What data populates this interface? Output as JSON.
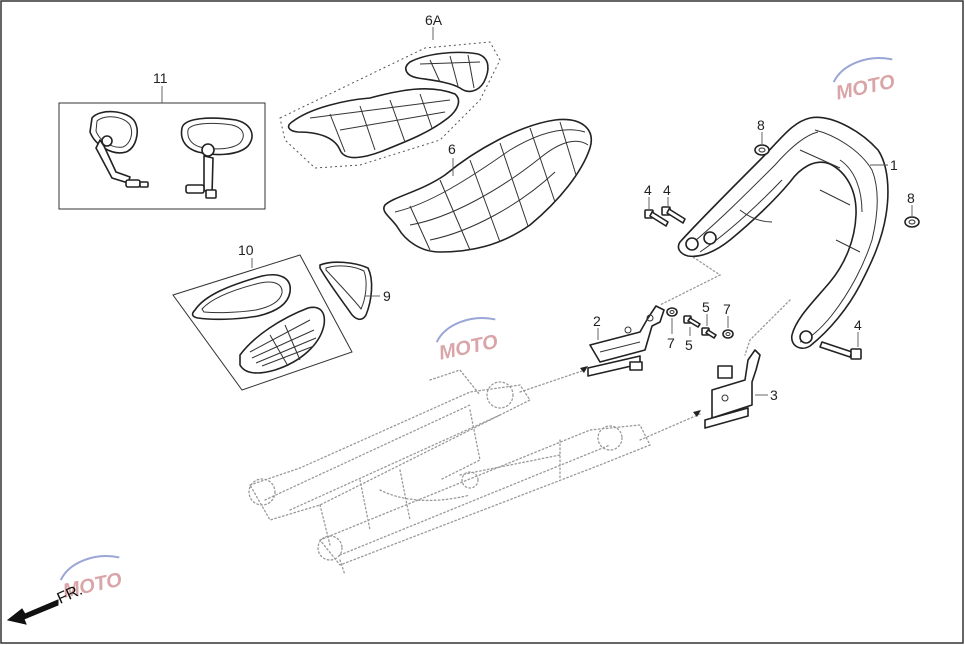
{
  "callouts": {
    "c1": "1",
    "c2": "2",
    "c3": "3",
    "c4a": "4",
    "c4b": "4",
    "c4c": "4",
    "c5a": "5",
    "c5b": "5",
    "c6": "6",
    "c6a": "6A",
    "c7a": "7",
    "c7b": "7",
    "c8a": "8",
    "c8b": "8",
    "c9": "9",
    "c10": "10",
    "c11": "11"
  },
  "direction_label": "FR.",
  "watermark": {
    "text": "MOTO",
    "color": "#d9a5a8"
  },
  "colors": {
    "line": "#222222",
    "frame_dots": "#999999",
    "background": "#ffffff"
  }
}
